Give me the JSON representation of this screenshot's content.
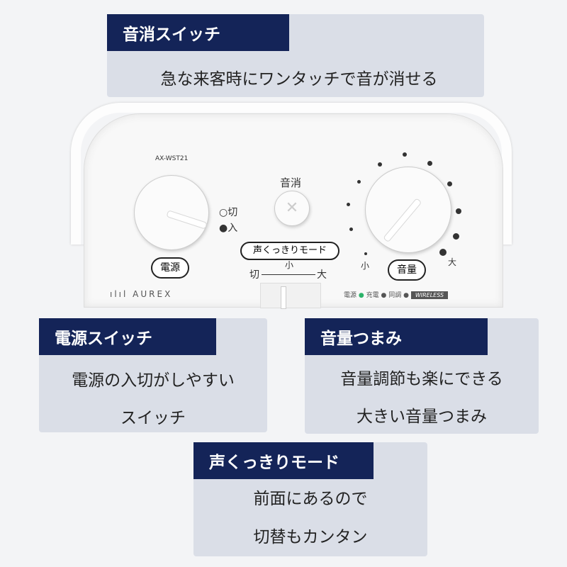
{
  "callouts": [
    {
      "title": "音消スイッチ",
      "lines": [
        "急な来客時にワンタッチで音が消せる"
      ]
    },
    {
      "title": "電源スイッチ",
      "lines": [
        "電源の入切がしやすい",
        "スイッチ"
      ]
    },
    {
      "title": "音量つまみ",
      "lines": [
        "音量調節も楽にできる",
        "大きい音量つまみ"
      ]
    },
    {
      "title": "声くっきりモード",
      "lines": [
        "前面にあるので",
        "切替もカンタン"
      ]
    }
  ],
  "device": {
    "model": "AX-WST21",
    "brand": "AUREX",
    "power_off": "切",
    "power_on": "入",
    "power_label": "電源",
    "mute_label": "音消",
    "voice_mode_label": "声くっきりモード",
    "mode_off": "切",
    "mode_small": "小",
    "mode_large": "大",
    "vol_small": "小",
    "vol_large": "大",
    "volume_label": "音量",
    "led_power": "電源",
    "led_charge": "充電",
    "led_sync": "同調",
    "wireless": "WIRELESS",
    "led_power_color": "#2db36a"
  }
}
